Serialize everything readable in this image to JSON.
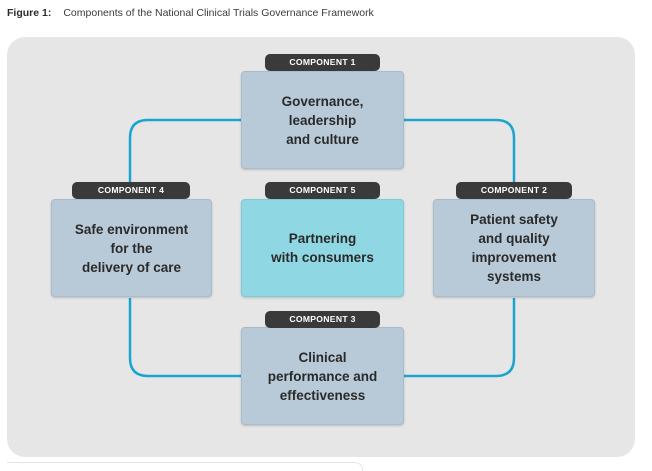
{
  "figure": {
    "label": "Figure 1:",
    "title": "Components of the National Clinical Trials Governance Framework"
  },
  "colors": {
    "connector": "#1aa5cf",
    "box_gray": "#b8cad8",
    "box_teal": "#8fd7e2",
    "tag_bg": "#3a3a3a",
    "panel_bg": "#e6e6e6"
  },
  "components": [
    {
      "tag": "COMPONENT 1",
      "text": "Governance,\nleadership\nand culture"
    },
    {
      "tag": "COMPONENT 2",
      "text": "Patient safety\nand quality\nimprovement\nsystems"
    },
    {
      "tag": "COMPONENT 3",
      "text": "Clinical\nperformance and\neffectiveness"
    },
    {
      "tag": "COMPONENT 4",
      "text": "Safe environment\nfor the\ndelivery of care"
    },
    {
      "tag": "COMPONENT 5",
      "text": "Partnering\nwith consumers"
    }
  ]
}
